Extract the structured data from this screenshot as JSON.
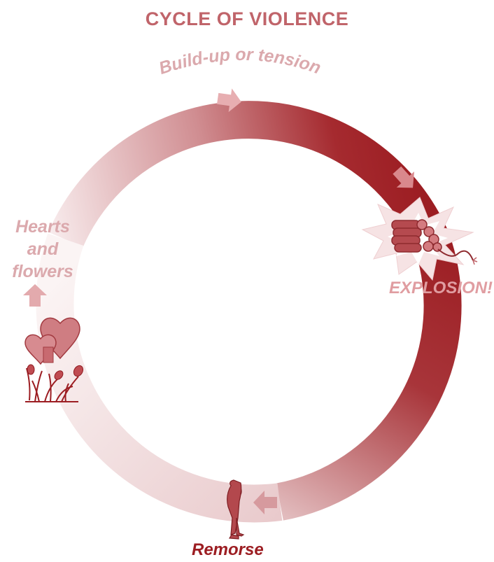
{
  "title": "CYCLE OF VIOLENCE",
  "stages": {
    "tension": "Build-up or tension",
    "explosion": "EXPLOSION!",
    "remorse": "Remorse",
    "hearts_and_flowers": [
      "Hearts",
      "and",
      "flowers"
    ]
  },
  "colors": {
    "dark": "#9c1d22",
    "medium": "#c0646a",
    "light": "#f6e9ea",
    "title": "#c0646a"
  },
  "icons": [
    "flow-arrow-icon",
    "dynamite-explosion-icon",
    "bowed-figure-icon",
    "hearts-and-flowers-icon"
  ]
}
